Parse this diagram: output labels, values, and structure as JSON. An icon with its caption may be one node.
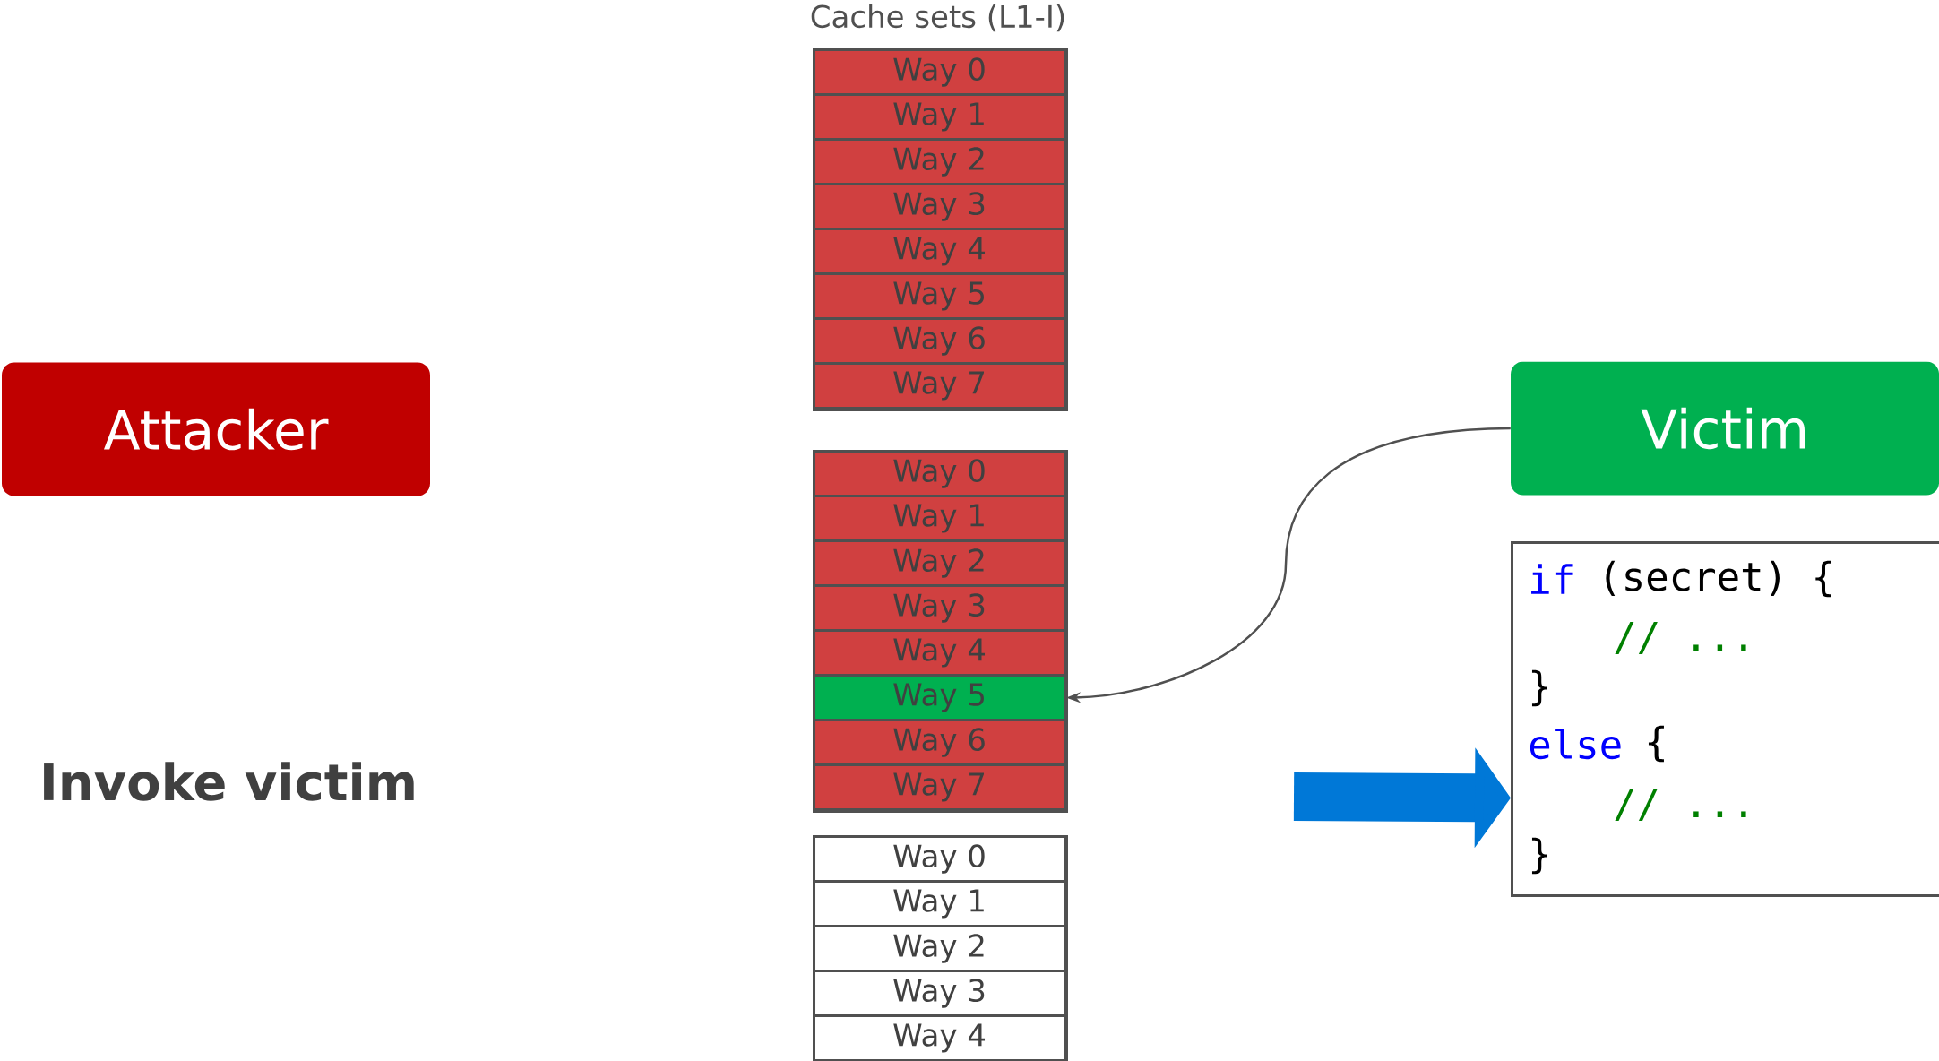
{
  "diagram": {
    "nodes": [
      {
        "text": [
          "Attacker"
        ]
      },
      {
        "text": [
          "Victim"
        ]
      },
      {
        "text": [],
        "shape": "box"
      },
      {
        "text": [
          "Way 0"
        ],
        "in": 2
      },
      {
        "text": [
          "Way 1"
        ],
        "in": 2
      },
      {
        "text": [
          "Way 2"
        ],
        "in": 2
      },
      {
        "text": [
          "Way 3"
        ],
        "in": 2
      },
      {
        "text": [
          "Way 4"
        ],
        "in": 2
      },
      {
        "text": [
          "Way 5"
        ],
        "in": 2
      },
      {
        "text": [
          "Way 6"
        ],
        "in": 2
      },
      {
        "text": [
          "Way 7"
        ],
        "in": 2
      },
      {
        "text": [],
        "shape": "box"
      },
      {
        "text": [
          "Way 0"
        ],
        "in": 11
      },
      {
        "text": [
          "Way 1"
        ],
        "in": 11
      },
      {
        "text": [
          "Way 2"
        ],
        "in": 11
      },
      {
        "text": [
          "Way 3"
        ],
        "in": 11
      },
      {
        "text": [
          "Way 4"
        ],
        "in": 11
      },
      {
        "text": [
          "Way 5"
        ],
        "in": 11
      },
      {
        "text": [
          "Way 6"
        ],
        "in": 11
      },
      {
        "text": [
          "Way 7"
        ],
        "in": 11
      },
      {
        "text": [],
        "shape": "box"
      },
      {
        "text": [
          "Way 0"
        ],
        "in": 20
      },
      {
        "text": [
          "Way 1"
        ],
        "in": 20
      },
      {
        "text": [
          "Way 2"
        ],
        "in": 20
      },
      {
        "text": [
          "Way 3"
        ],
        "in": 20
      },
      {
        "text": [
          "Way 4"
        ],
        "in": 20
      },
      {
        "text": [
          "if",
          "(secret) {",
          "// ...",
          "}",
          "else",
          "{",
          "// ...",
          "}"
        ]
      }
    ],
    "edges": [
      {
        "from": 1,
        "to": 17,
        "arrow": "to"
      },
      {
        "from": null,
        "to": 26,
        "arrow": "to",
        "style": "thick",
        "color": "#0078d7"
      }
    ],
    "labels": [
      "Cache sets (L1-I)",
      "Invoke victim"
    ]
  }
}
